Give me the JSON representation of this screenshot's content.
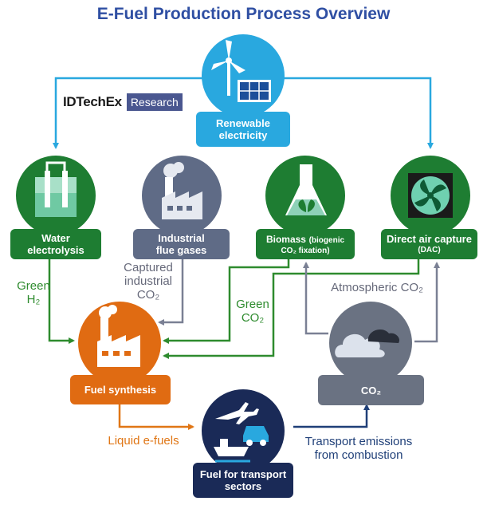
{
  "title": "E-Fuel Production Process Overview",
  "logo": {
    "brand": "IDTechEx",
    "tag": "Research"
  },
  "nodes": {
    "renewable": {
      "line1": "Renewable",
      "line2": "electricity"
    },
    "water": {
      "line1": "Water",
      "line2": "electrolysis"
    },
    "industrial": {
      "line1": "Industrial",
      "line2": "flue gases"
    },
    "biomass": {
      "main": "Biomass",
      "paren": "(biogenic",
      "line2": "CO₂ fixation)"
    },
    "dac": {
      "line1": "Direct air capture",
      "line2": "(DAC)"
    },
    "synthesis": {
      "line1": "Fuel synthesis"
    },
    "co2": {
      "line1": "CO₂"
    },
    "transport": {
      "line1": "Fuel for transport",
      "line2": "sectors"
    }
  },
  "flows": {
    "green_h2": {
      "line1": "Green",
      "line2": "H₂"
    },
    "captured": {
      "line1": "Captured",
      "line2": "industrial",
      "line3": "CO₂"
    },
    "green_co2": {
      "line1": "Green",
      "line2": "CO₂"
    },
    "atmospheric": {
      "line1": "Atmospheric CO₂"
    },
    "liquid": {
      "line1": "Liquid e-fuels"
    },
    "emissions": {
      "line1": "Transport emissions",
      "line2": "from combustion"
    }
  },
  "colors": {
    "blue": "#29a8df",
    "green": "#1e7d32",
    "grey": "#5f6b86",
    "orange": "#e06b12",
    "navy": "#1a2a57",
    "co2": "#6a7282"
  }
}
